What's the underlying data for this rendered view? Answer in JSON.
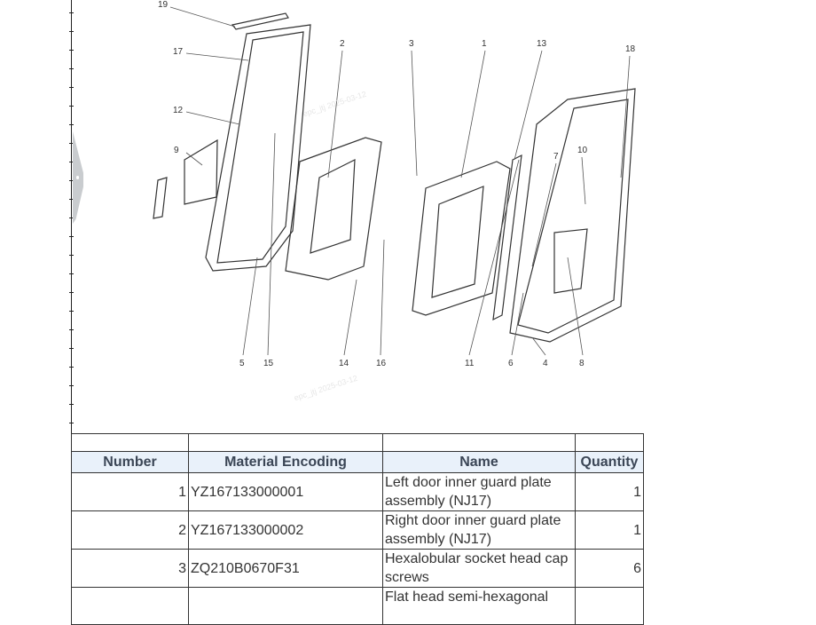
{
  "diagram": {
    "callouts": [
      "19",
      "17",
      "12",
      "9",
      "2",
      "3",
      "1",
      "13",
      "18",
      "10",
      "7",
      "5",
      "15",
      "14",
      "16",
      "11",
      "6",
      "4",
      "8"
    ],
    "watermark": "epc_jtj 2025-03-12"
  },
  "table": {
    "headers": [
      "Number",
      "Material Encoding",
      "Name",
      "Quantity"
    ],
    "rows": [
      {
        "number": "1",
        "code": "YZ167133000001",
        "name": "Left door inner guard plate assembly (NJ17)",
        "qty": "1"
      },
      {
        "number": "2",
        "code": "YZ167133000002",
        "name": "Right door inner guard plate assembly (NJ17)",
        "qty": "1"
      },
      {
        "number": "3",
        "code": "ZQ210B0670F31",
        "name": "Hexalobular socket head cap screws",
        "qty": "6"
      },
      {
        "number": "",
        "code": "",
        "name": "Flat head semi-hexagonal",
        "qty": ""
      }
    ]
  }
}
